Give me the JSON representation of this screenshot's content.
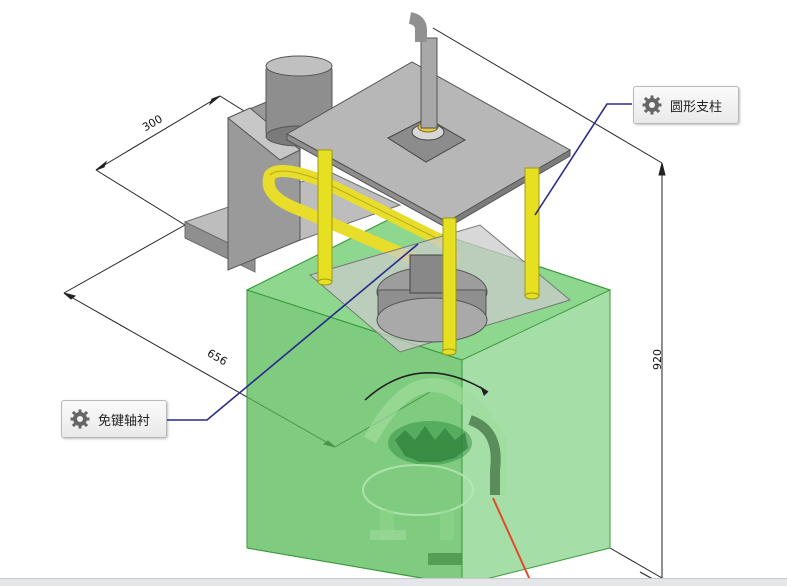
{
  "dimensions": {
    "width_top": "300",
    "depth": "656",
    "height": "920"
  },
  "callouts": {
    "round_column": "圆形支柱",
    "keyless_bushing": "免键轴衬"
  },
  "icons": {
    "callout_icon": "gear-icon"
  },
  "colors": {
    "tank": "#58c65a",
    "column": "#e6e021",
    "plate": "#b9b9b9",
    "leader_line": "#2a2a8a",
    "pipe_red": "#e04b2a"
  }
}
